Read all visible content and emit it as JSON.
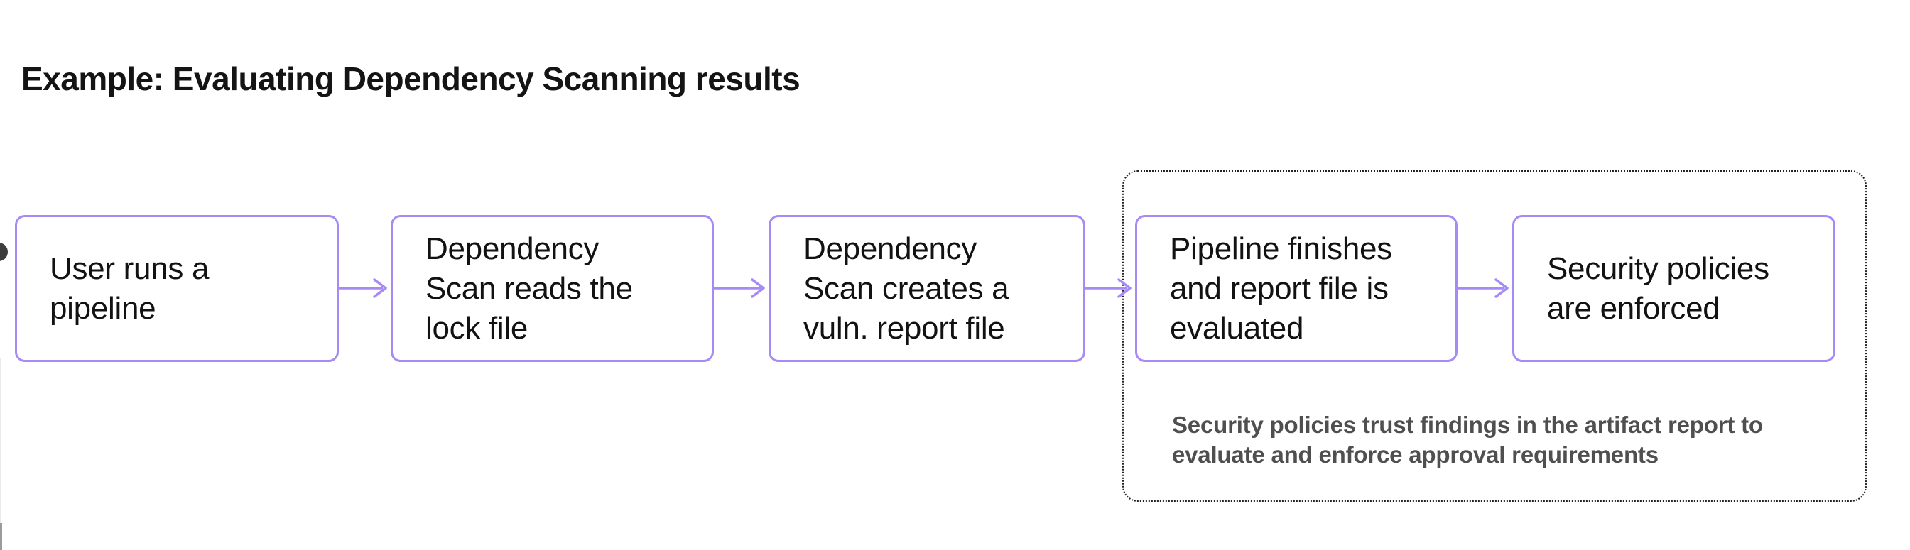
{
  "title": "Example: Evaluating Dependency Scanning results",
  "flow": {
    "steps": [
      {
        "label": "User runs a\npipeline"
      },
      {
        "label": "Dependency\nScan reads the\nlock file"
      },
      {
        "label": "Dependency\nScan creates a\nvuln. report file"
      },
      {
        "label": "Pipeline finishes\nand report file is\nevaluated"
      },
      {
        "label": "Security policies\nare enforced"
      }
    ],
    "note": "Security policies trust findings in the artifact report to\nevaluate and enforce approval requirements"
  },
  "colors": {
    "box_border": "#a78af5",
    "arrow": "#a78af5",
    "box_text": "#121212",
    "note_text": "#4f4f4f",
    "group_border": "#222222",
    "background": "#ffffff"
  }
}
